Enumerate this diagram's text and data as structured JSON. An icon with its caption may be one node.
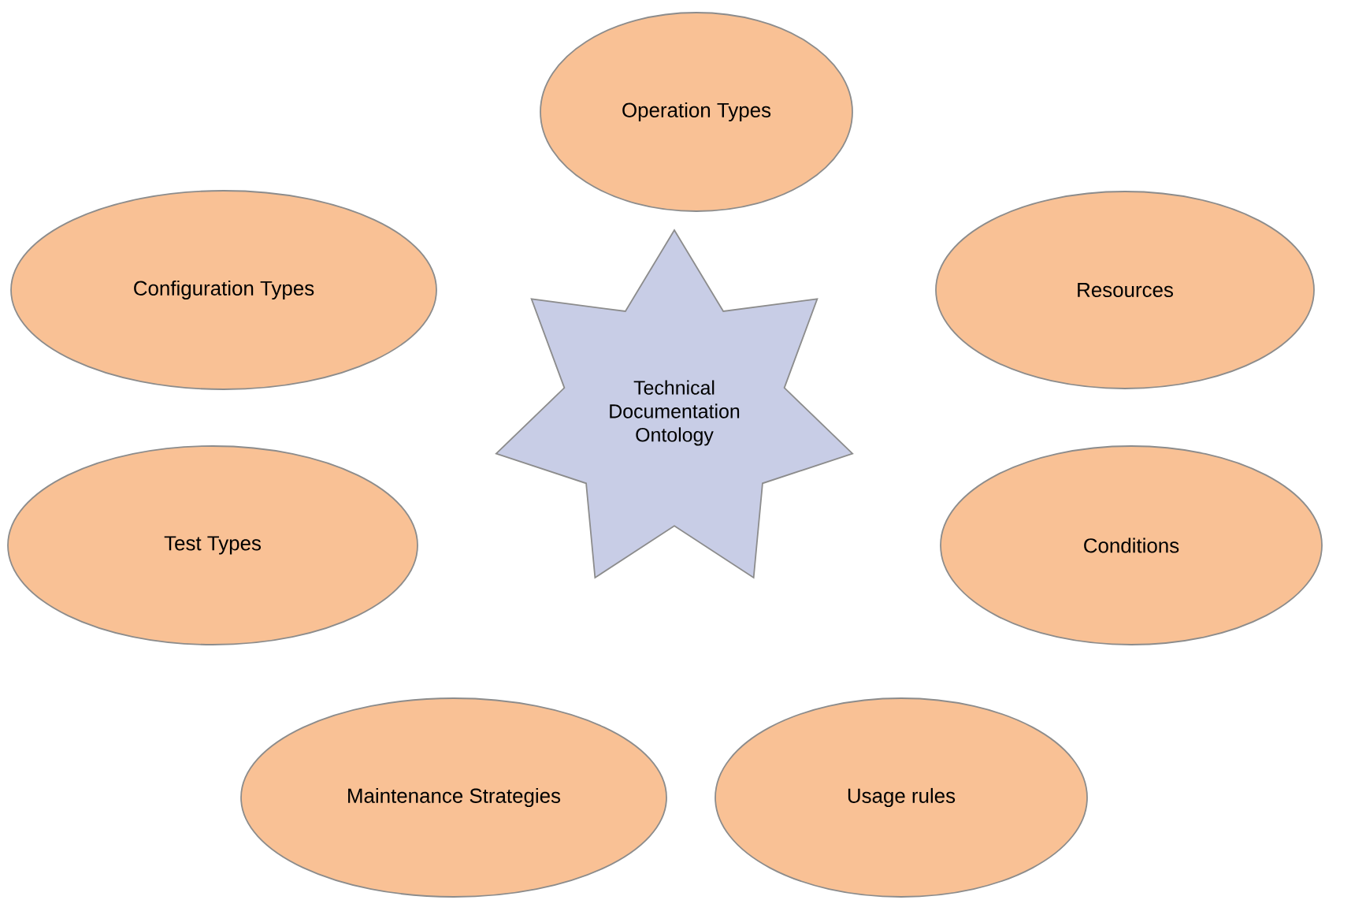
{
  "diagram": {
    "nodes": [
      {
        "text": [
          "Technical Documentation Ontology"
        ]
      },
      {
        "text": [
          "Operation Types"
        ]
      },
      {
        "text": [
          "Configuration Types"
        ]
      },
      {
        "text": [
          "Resources"
        ]
      },
      {
        "text": [
          "Test Types"
        ]
      },
      {
        "text": [
          "Conditions"
        ]
      },
      {
        "text": [
          "Maintenance Strategies"
        ]
      },
      {
        "text": [
          "Usage rules"
        ]
      }
    ]
  }
}
